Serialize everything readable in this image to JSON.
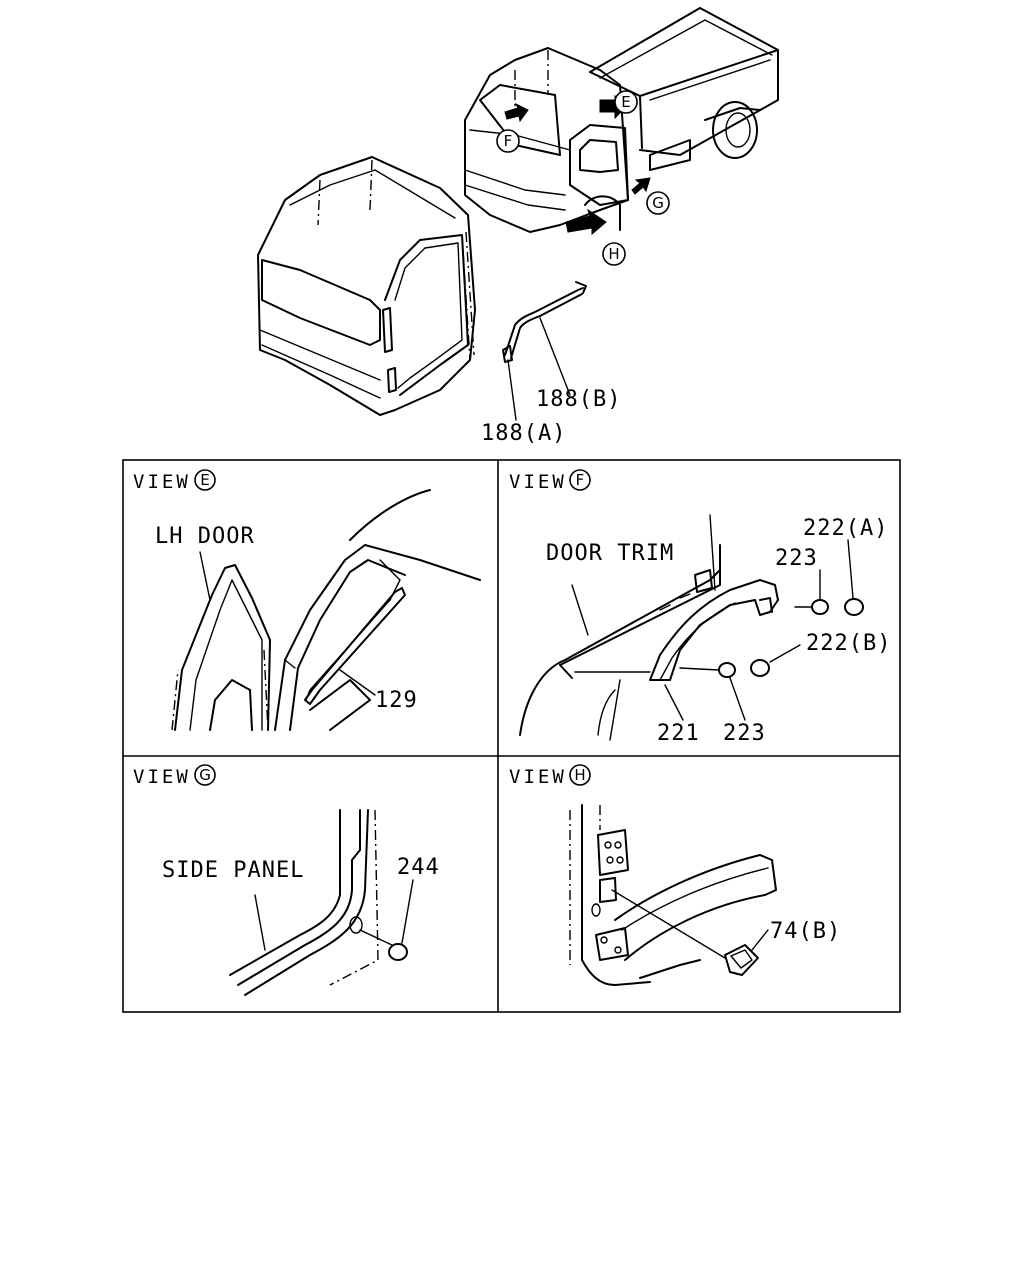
{
  "overview": {
    "callouts": {
      "e": "E",
      "f": "F",
      "g": "G",
      "h": "H"
    },
    "part_188_b": "188(B)",
    "part_188_a": "188(A)"
  },
  "panels": {
    "view_e": {
      "caption": "VIEW",
      "marker": "E",
      "label_lh_door": "LH DOOR",
      "part_129": "129"
    },
    "view_f": {
      "caption": "VIEW",
      "marker": "F",
      "label_door_trim": "DOOR TRIM",
      "part_222_a": "222(A)",
      "part_223_top": "223",
      "part_222_b": "222(B)",
      "part_221": "221",
      "part_223_bottom": "223"
    },
    "view_g": {
      "caption": "VIEW",
      "marker": "G",
      "label_side_panel": "SIDE PANEL",
      "part_244": "244"
    },
    "view_h": {
      "caption": "VIEW",
      "marker": "H",
      "part_74_b": "74(B)"
    }
  }
}
